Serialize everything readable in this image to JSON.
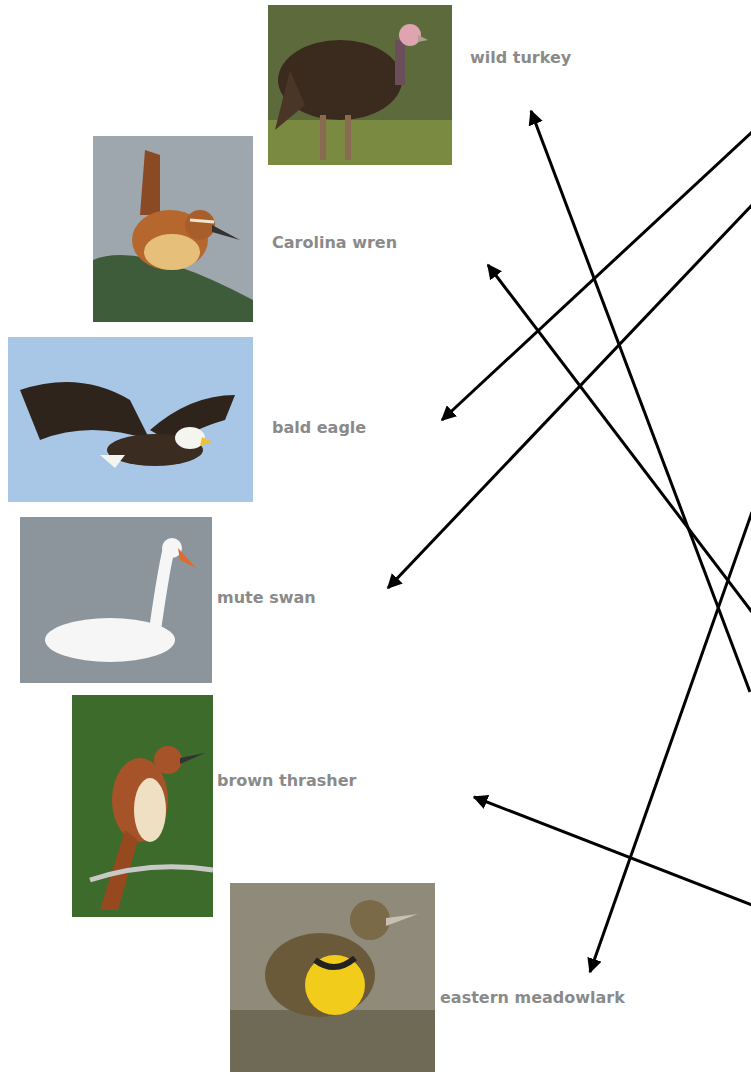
{
  "diagram": {
    "labels": [
      "wild turkey",
      "Carolina wren",
      "bald eagle",
      "mute swan",
      "brown thrasher",
      "eastern meadowlark"
    ]
  }
}
